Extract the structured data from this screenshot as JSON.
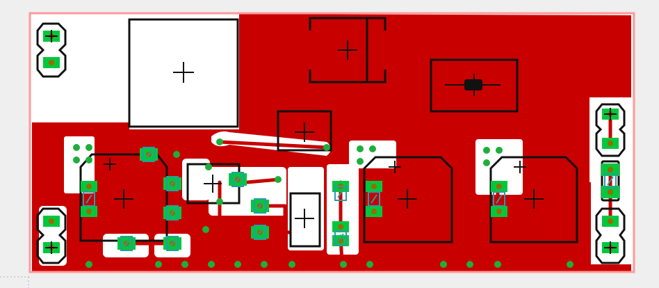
{
  "view": {
    "background": "#efefef",
    "board_outline_color": "#ff9a9a",
    "copper_color": "#c80000",
    "copper_edge_color": "#e83a3a",
    "clearance_color": "#ffffff",
    "pad_color": "#00c83c",
    "via_color": "#1fae3a",
    "drill_color": "#9a6a00",
    "silkscreen_color": "#111111",
    "smd_marker_color": "#2a9aa8",
    "origin_guide_color": "#b0b0b0"
  },
  "layers": [
    "top-copper",
    "pads",
    "vias",
    "silkscreen",
    "board-outline"
  ],
  "icons": {
    "component_origin": "crosshair-plus",
    "via": "filled-circle",
    "header_pad": "octagon-pad"
  }
}
